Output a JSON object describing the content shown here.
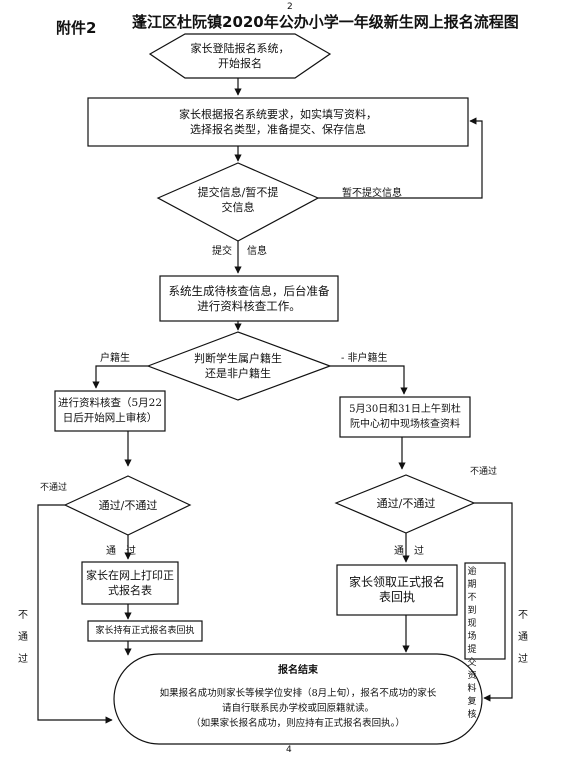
{
  "header": {
    "attachment": "附件2",
    "title": "蓬江区杜阮镇2020年公办小学一年级新生网上报名流程图",
    "page_top": "2",
    "page_bottom": "4"
  },
  "nodes": {
    "start": "家长登陆报名系统，\n开始报名",
    "fill_info": "家长根据报名系统要求，如实填写资料，\n选择报名类型，准备提交、保存信息",
    "submit_decision": "提交信息/暂不提\n交信息",
    "system_check": "系统生成待核查信息，后台准备\n进行资料核查工作。",
    "residency_decision": "判断学生属户籍生\n还是非户籍生",
    "online_review": "进行资料核查（5月22\n日后开始网上审核）",
    "onsite_review": "5月30日和31日上午到杜\n阮中心初中现场核查资料",
    "pass_left": "通过/不通过",
    "pass_right": "通过/不通过",
    "print_form": "家长在网上打印正\n式报名表",
    "receive_form": "家长领取正式报名\n表回执",
    "hold_form": "家长持有正式报名表回执",
    "overdue": "逾期不到现场提交资料复核",
    "end_title": "报名结束",
    "end_text": "如果报名成功则家长等候学位安排（8月上旬），报名不成功的家长\n请自行联系民办学校或回原籍就读。\n（如果家长报名成功，则应持有正式报名表回执。）"
  },
  "labels": {
    "not_submit": "暂不提交信息",
    "submit": "提交",
    "info": "信息",
    "household": "户籍生",
    "non_household": "- 非户籍生",
    "fail_left_top": "不通过",
    "fail_right_top": "不通过",
    "pass_left": "通　过",
    "pass_right": "通　过",
    "fail_left_side": "不通过",
    "fail_right_side": "不通过"
  },
  "colors": {
    "line": "#111111",
    "text": "#111111"
  }
}
